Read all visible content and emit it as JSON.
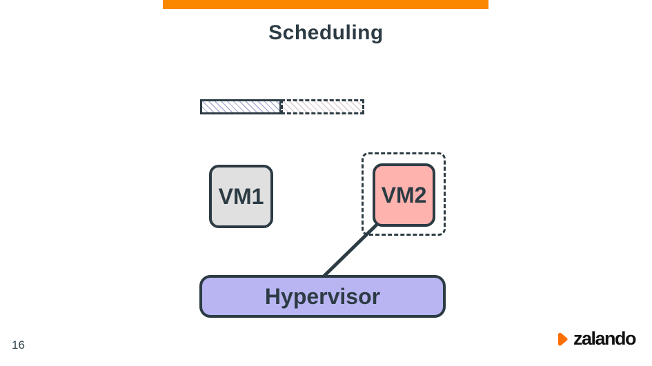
{
  "slide": {
    "title": "Scheduling",
    "page_number": "16"
  },
  "header": {
    "accent_bar_color": "#fb8600"
  },
  "progress_bar": {
    "fraction_complete": 0.5,
    "completed_style": "solid-border-hatched",
    "remaining_style": "dashed-border-hatched",
    "hatch_color_completed": "#a8add5",
    "hatch_color_remaining": "#dcccce"
  },
  "diagram": {
    "nodes": [
      {
        "id": "vm1",
        "label": "VM1",
        "fill": "#e0e0e0",
        "highlighted": false
      },
      {
        "id": "vm2",
        "label": "VM2",
        "fill": "#ffb3ae",
        "highlighted": true
      },
      {
        "id": "hypervisor",
        "label": "Hypervisor",
        "fill": "#b9b5f2",
        "highlighted": false
      }
    ],
    "connector": {
      "from": "vm2",
      "to": "hypervisor"
    },
    "stroke_color": "#2c3b44"
  },
  "footer": {
    "page_number": "16",
    "logo_text": "zalando",
    "logo_accent_color": "#fc6f04"
  }
}
